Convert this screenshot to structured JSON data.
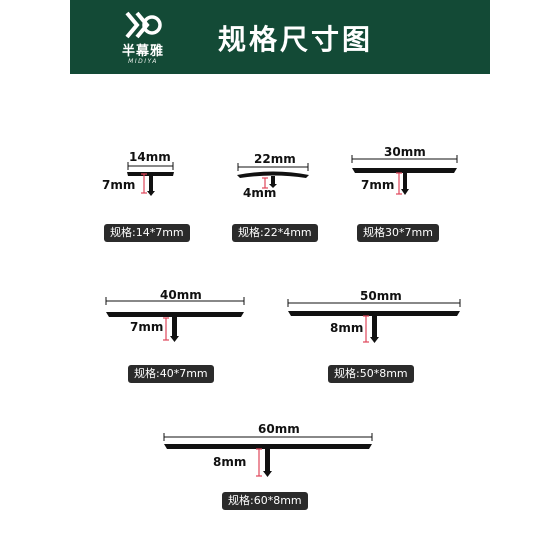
{
  "header": {
    "brand_cn": "半幕雅",
    "brand_en": "MIDIYA",
    "title": "规格尺寸图"
  },
  "profiles": [
    {
      "width": "14mm",
      "height": "7mm",
      "spec": "规格:14*7mm"
    },
    {
      "width": "22mm",
      "height": "4mm",
      "spec": "规格:22*4mm"
    },
    {
      "width": "30mm",
      "height": "7mm",
      "spec": "规格30*7mm"
    },
    {
      "width": "40mm",
      "height": "7mm",
      "spec": "规格:40*7mm"
    },
    {
      "width": "50mm",
      "height": "8mm",
      "spec": "规格:50*8mm"
    },
    {
      "width": "60mm",
      "height": "8mm",
      "spec": "规格:60*8mm"
    }
  ],
  "colors": {
    "header_bg": "#134a36",
    "marker": "#e0455a",
    "profile": "#111111"
  }
}
